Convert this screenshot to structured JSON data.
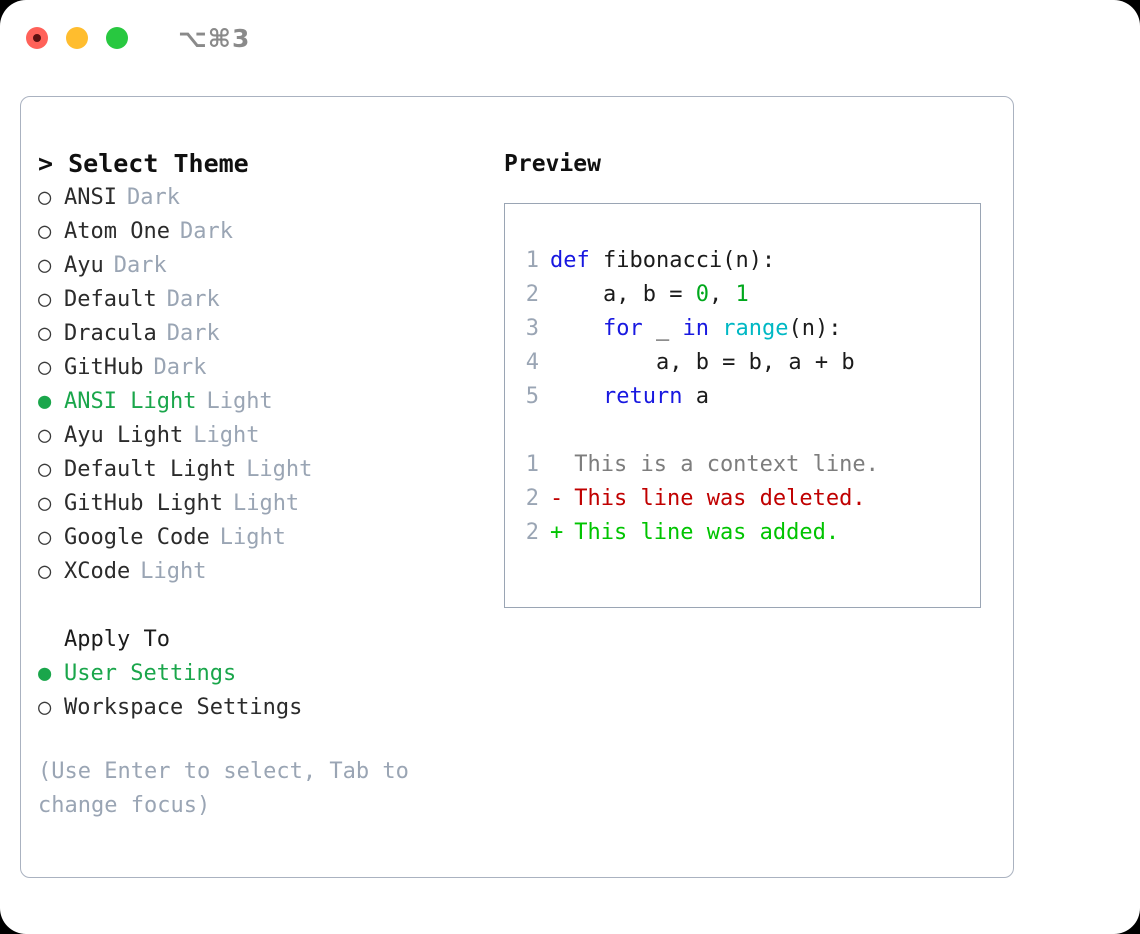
{
  "window": {
    "shortcut_title": "⌥⌘3",
    "traffic_lights": [
      "close-button",
      "minimize-button",
      "maximize-button"
    ]
  },
  "left": {
    "heading": "> Select Theme",
    "themes": [
      {
        "marker": "○",
        "name": "ANSI",
        "badge": "Dark",
        "selected": false
      },
      {
        "marker": "○",
        "name": "Atom One",
        "badge": "Dark",
        "selected": false
      },
      {
        "marker": "○",
        "name": "Ayu",
        "badge": "Dark",
        "selected": false
      },
      {
        "marker": "○",
        "name": "Default",
        "badge": "Dark",
        "selected": false
      },
      {
        "marker": "○",
        "name": "Dracula",
        "badge": "Dark",
        "selected": false
      },
      {
        "marker": "○",
        "name": "GitHub",
        "badge": "Dark",
        "selected": false
      },
      {
        "marker": "●",
        "name": "ANSI Light",
        "badge": "Light",
        "selected": true
      },
      {
        "marker": "○",
        "name": "Ayu Light",
        "badge": "Light",
        "selected": false
      },
      {
        "marker": "○",
        "name": "Default Light",
        "badge": "Light",
        "selected": false
      },
      {
        "marker": "○",
        "name": "GitHub Light",
        "badge": "Light",
        "selected": false
      },
      {
        "marker": "○",
        "name": "Google Code",
        "badge": "Light",
        "selected": false
      },
      {
        "marker": "○",
        "name": "XCode",
        "badge": "Light",
        "selected": false
      }
    ],
    "apply_to_title": "Apply To",
    "apply_to": [
      {
        "marker": "●",
        "name": "User Settings",
        "selected": true
      },
      {
        "marker": "○",
        "name": "Workspace Settings",
        "selected": false
      }
    ],
    "hint": "(Use Enter to select, Tab to change focus)"
  },
  "right": {
    "preview_title": "Preview",
    "code_lines": [
      {
        "no": "1",
        "tokens": [
          {
            "t": "def",
            "c": "kw"
          },
          {
            "t": " fibonacci(n):",
            "c": "plain"
          }
        ]
      },
      {
        "no": "2",
        "tokens": [
          {
            "t": "    a, b = ",
            "c": "plain"
          },
          {
            "t": "0",
            "c": "num"
          },
          {
            "t": ", ",
            "c": "plain"
          },
          {
            "t": "1",
            "c": "num"
          }
        ]
      },
      {
        "no": "3",
        "tokens": [
          {
            "t": "    ",
            "c": "plain"
          },
          {
            "t": "for",
            "c": "kw"
          },
          {
            "t": " _ ",
            "c": "plain"
          },
          {
            "t": "in",
            "c": "kw"
          },
          {
            "t": " ",
            "c": "plain"
          },
          {
            "t": "range",
            "c": "fn"
          },
          {
            "t": "(n):",
            "c": "plain"
          }
        ]
      },
      {
        "no": "4",
        "tokens": [
          {
            "t": "        a, b = b, a + b",
            "c": "plain"
          }
        ]
      },
      {
        "no": "5",
        "tokens": [
          {
            "t": "    ",
            "c": "plain"
          },
          {
            "t": "return",
            "c": "kw"
          },
          {
            "t": " a",
            "c": "plain"
          }
        ]
      }
    ],
    "diff_lines": [
      {
        "no": "1",
        "sign": " ",
        "text": "This is a context line.",
        "kind": "diff-ctx"
      },
      {
        "no": "2",
        "sign": "-",
        "text": "This line was deleted.",
        "kind": "diff-del"
      },
      {
        "no": "2",
        "sign": "+",
        "text": "This line was added.",
        "kind": "diff-add"
      }
    ]
  },
  "colors": {
    "accent_green": "#1aa64b",
    "muted": "#9aa5b4",
    "keyword_blue": "#1818e0",
    "function_cyan": "#00b8c4",
    "number_green": "#00a81c",
    "diff_deleted": "#c00000",
    "diff_added": "#00c400",
    "border": "#aab2c0"
  }
}
